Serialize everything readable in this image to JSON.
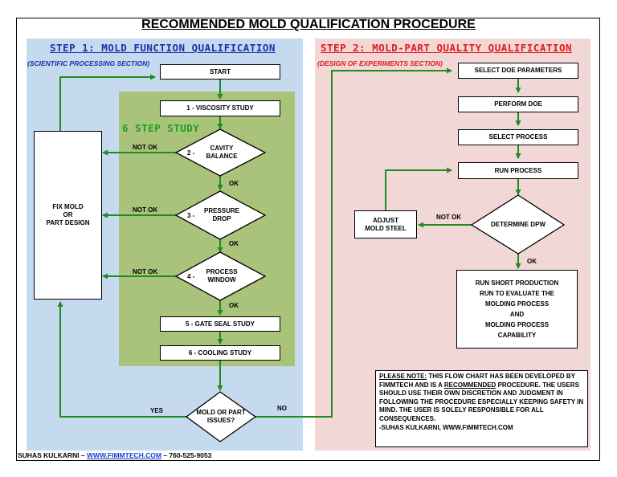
{
  "title": "RECOMMENDED MOLD QUALIFICATION PROCEDURE",
  "colors": {
    "arrow": "#1e8c1e",
    "step1": "#1a33a8",
    "step2": "#e01a1a",
    "six_step": "#1ea11e",
    "link": "#1a3ccf"
  },
  "step1": {
    "heading": "STEP 1: MOLD FUNCTION QUALIFICATION",
    "subtitle": "(SCIENTIFIC PROCESSING SECTION)",
    "six_step": "6 STEP STUDY",
    "start": "START",
    "viscosity": "1 - VISCOSITY STUDY",
    "cavity_num": "2 -",
    "cavity_l1": "CAVITY",
    "cavity_l2": "BALANCE",
    "pressure_num": "3 -",
    "pressure_l1": "PRESSURE",
    "pressure_l2": "DROP",
    "window_num": "4 -",
    "window_l1": "PROCESS",
    "window_l2": "WINDOW",
    "gate_seal": "5 - GATE SEAL STUDY",
    "cooling": "6 - COOLING STUDY",
    "issues_l1": "MOLD OR PART",
    "issues_l2": "ISSUES?",
    "fix_l1": "FIX MOLD",
    "fix_l2": "OR",
    "fix_l3": "PART DESIGN",
    "not_ok": "NOT OK",
    "ok": "OK",
    "yes": "YES",
    "no": "NO"
  },
  "step2": {
    "heading": "STEP 2: MOLD-PART QUALITY QUALIFICATION",
    "subtitle": "(DESIGN OF EXPERIMENTS SECTION)",
    "select_doe": "SELECT DOE PARAMETERS",
    "perform_doe": "PERFORM DOE",
    "select_process": "SELECT PROCESS",
    "run_process": "RUN PROCESS",
    "determine_dpw": "DETERMINE DPW",
    "adjust_l1": "ADJUST",
    "adjust_l2": "MOLD STEEL",
    "not_ok": "NOT OK",
    "ok": "OK",
    "short_run": [
      "RUN SHORT PRODUCTION",
      "RUN TO EVALUATE THE",
      "MOLDING PROCESS",
      "AND",
      "MOLDING PROCESS",
      "CAPABILITY"
    ]
  },
  "note": {
    "label": "PLEASE NOTE:",
    "text1": " THIS FLOW CHART HAS BEEN DEVELOPED BY FIMMTECH AND IS A ",
    "emph": "RECOMMENDED",
    "text2": " PROCEDURE. THE USERS SHOULD USE THEIR OWN DISCRETION AND JUDGMENT IN FOLLOWING THE PROCEDURE ESPECIALLY KEEPING SAFETY IN MIND. THE USER IS SOLELY RESPONSIBLE FOR ALL CONSEQUENCES.",
    "sign": "-SUHAS KULKARNI, WWW.FIMMTECH.COM"
  },
  "footer": {
    "name": "SUHAS KULKARNI – ",
    "link": "WWW.FIMMTECH.COM",
    "phone": " – 760-525-9053"
  }
}
